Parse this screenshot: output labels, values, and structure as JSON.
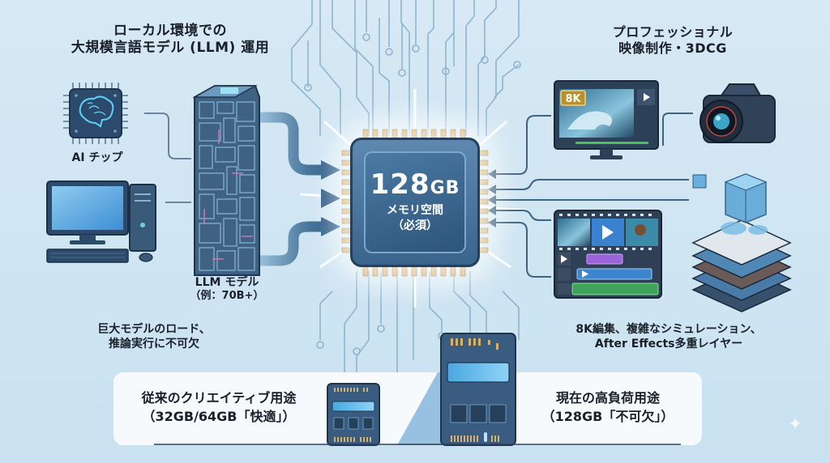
{
  "left_section": {
    "title_line1": "ローカル環境での",
    "title_line2": "大規模言語モデル (LLM) 運用",
    "ai_chip_label": "AI チップ",
    "llm_model_label_line1": "LLM モデル",
    "llm_model_label_line2": "（例：70B+）",
    "description_line1": "巨大モデルのロード、",
    "description_line2": "推論実行に不可欠"
  },
  "right_section": {
    "title_line1": "プロフェッショナル",
    "title_line2": "映像制作・3DCG",
    "monitor_badge": "8K",
    "description_line1": "8K編集、複雑なシミュレーション、",
    "description_line2": "After Effects多重レイヤー"
  },
  "center_chip": {
    "capacity_number": "128",
    "capacity_unit": "GB",
    "line1": "メモリ空間",
    "line2": "（必須）"
  },
  "bottom_banner": {
    "left_line1": "従来のクリエイティブ用途",
    "left_line2": "（32GB/64GB「快適」）",
    "right_line1": "現在の高負荷用途",
    "right_line2": "（128GB「不可欠」）"
  },
  "icons": [
    "brain-chip-icon",
    "desktop-pc-icon",
    "server-stack-icon",
    "monitor-8k-icon",
    "camera-icon",
    "video-timeline-icon",
    "3dcg-layers-icon",
    "memory-module-small-icon",
    "memory-module-large-icon",
    "sparkle-icon"
  ],
  "colors": {
    "background": "#d2e7f3",
    "chip_blue": "#3a648c",
    "arrow_blue": "#3d6a92",
    "connector_line": "#4f6f8c",
    "banner_bg": "#f5f9fc",
    "text": "#1a1f29"
  }
}
